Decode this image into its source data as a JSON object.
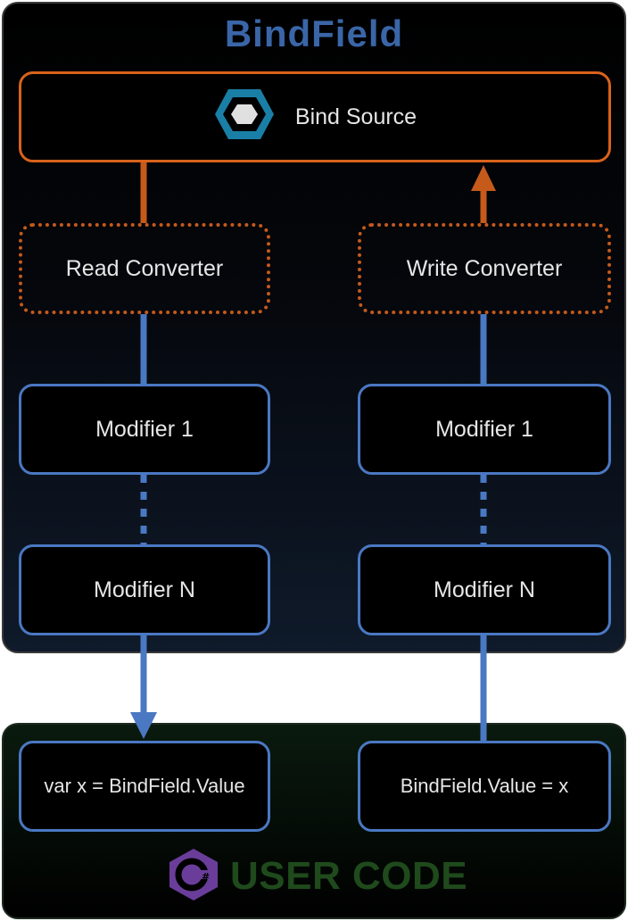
{
  "title": "BindField",
  "bind_source": {
    "label": "Bind Source",
    "icon": "hexagon-icon"
  },
  "read_path": {
    "converter": "Read Converter",
    "modifier_first": "Modifier 1",
    "modifier_last": "Modifier N"
  },
  "write_path": {
    "converter": "Write Converter",
    "modifier_first": "Modifier 1",
    "modifier_last": "Modifier N"
  },
  "user_code": {
    "read_statement": "var x = BindField.Value",
    "write_statement": "BindField.Value = x",
    "label": "USER CODE",
    "icon": "csharp-logo-icon"
  },
  "colors": {
    "title": "#3a66a8",
    "orange": "#d8621b",
    "blue": "#4a78c2",
    "user_code_label": "#1f4a1c",
    "csharp_logo": "#6a3d9a"
  }
}
